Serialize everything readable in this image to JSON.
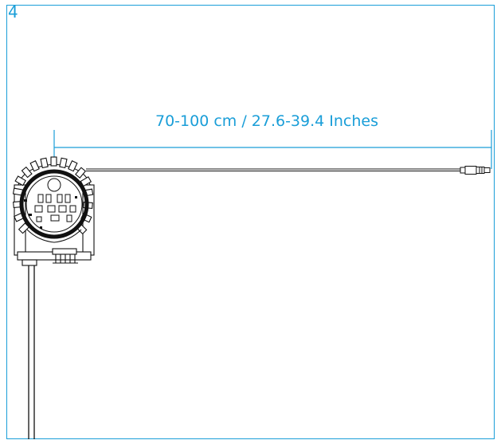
{
  "step": {
    "number": "4"
  },
  "dimension": {
    "label": "70-100 cm / 27.6-39.4 Inches"
  },
  "colors": {
    "accent": "#1a9ed8",
    "line": "#111111"
  },
  "icons": {
    "device": "fiber-splice-tray-illustration",
    "connector": "fiber-connector-icon"
  }
}
